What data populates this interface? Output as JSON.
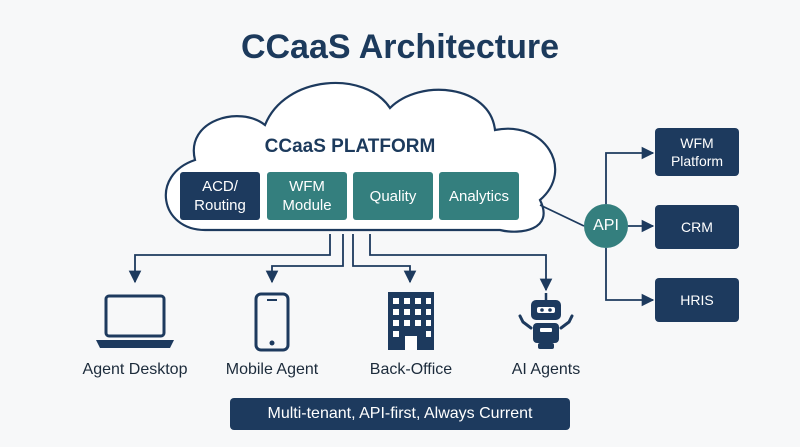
{
  "title": "CCaaS Architecture",
  "platform": {
    "title": "CCaaS PLATFORM",
    "modules": [
      {
        "label": "ACD/\nRouting",
        "color": "#1d3a5e"
      },
      {
        "label": "WFM\nModule",
        "color": "#347f7e"
      },
      {
        "label": "Quality",
        "color": "#347f7e"
      },
      {
        "label": "Analytics",
        "color": "#347f7e"
      }
    ]
  },
  "api": {
    "label": "API"
  },
  "integrations": [
    {
      "label": "WFM\nPlatform"
    },
    {
      "label": "CRM"
    },
    {
      "label": "HRIS"
    }
  ],
  "endpoints": [
    {
      "label": "Agent Desktop",
      "icon": "laptop-icon"
    },
    {
      "label": "Mobile Agent",
      "icon": "smartphone-icon"
    },
    {
      "label": "Back-Office",
      "icon": "office-building-icon"
    },
    {
      "label": "AI Agents",
      "icon": "robot-icon"
    }
  ],
  "footer": "Multi-tenant, API-first, Always Current",
  "colors": {
    "navy": "#1d3a5e",
    "teal": "#347f7e",
    "title": "#1c3a5c",
    "background": "#f7f8f9"
  }
}
